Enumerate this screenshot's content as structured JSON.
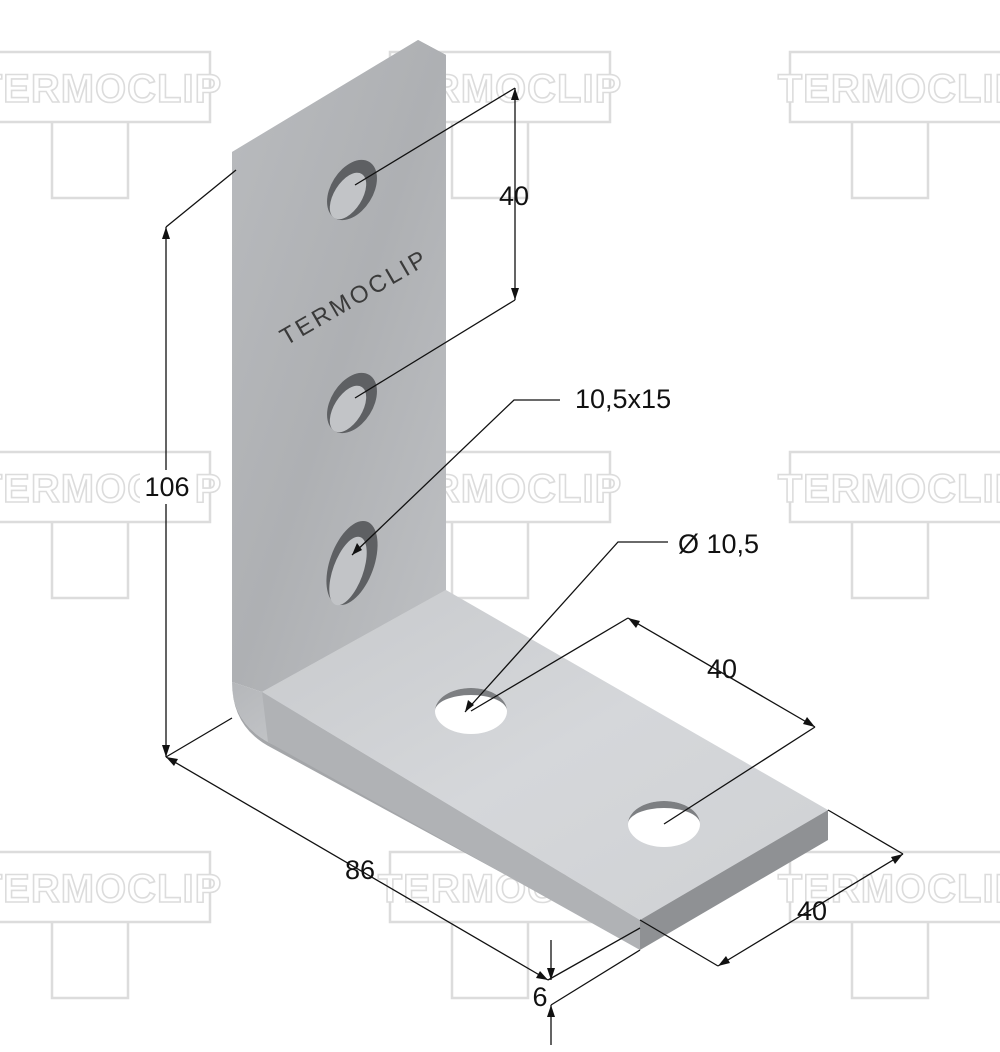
{
  "watermark": {
    "text": "TERMOCLIP",
    "icon": "termoclip-t-logo",
    "stroke": "#dcdcdc"
  },
  "part": {
    "embossed_text": "TERMOCLIP",
    "metal_colors": [
      "#b4b6b9",
      "#c9cbce",
      "#d6d8db",
      "#9a9c9f"
    ]
  },
  "dimensions": {
    "slot_spacing": "40",
    "slot_size": "10,5x15",
    "total_height": "106",
    "hole_diameter": "Ø 10,5",
    "hole_spacing": "40",
    "total_length": "86",
    "width": "40",
    "thickness": "6"
  }
}
